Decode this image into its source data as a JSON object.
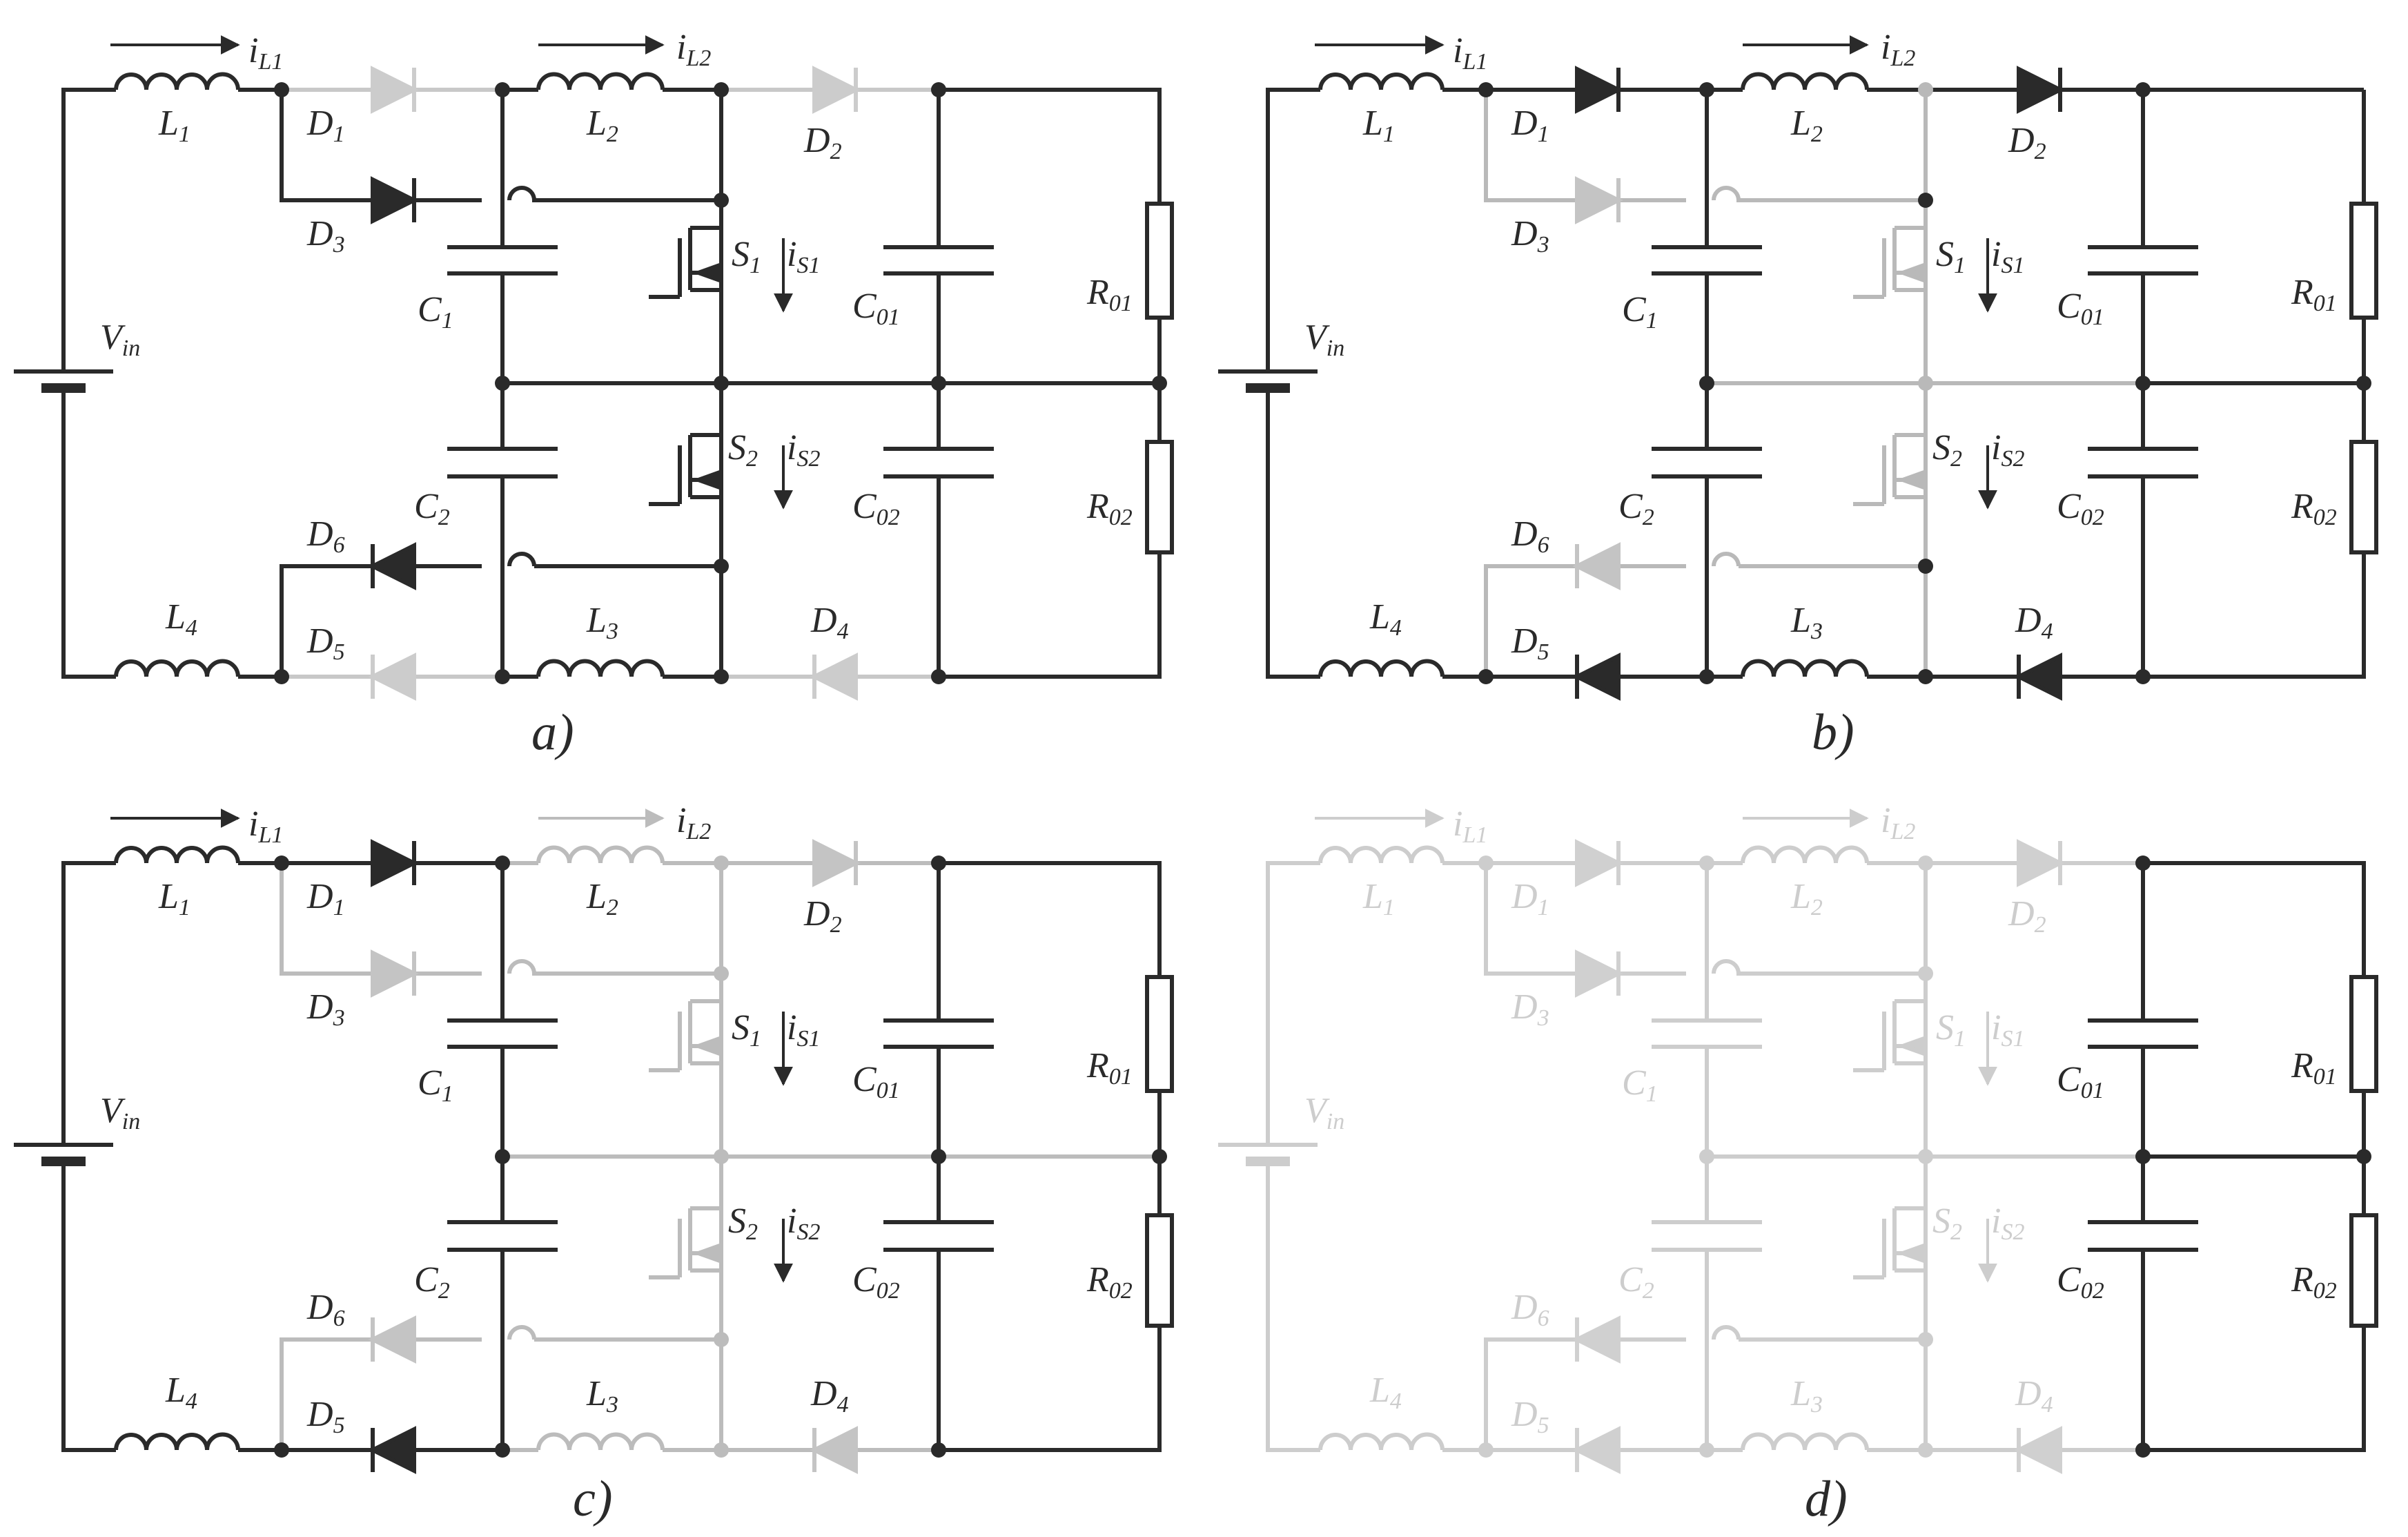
{
  "colors": {
    "active": "#2a2a2a",
    "inactive_b": "#b9b9b9",
    "inactive_c": "#bcbcbc",
    "inactive_d": "#cdcdcd",
    "arrow_a": "#444444"
  },
  "labels": {
    "L1": "L",
    "L1_sub": "1",
    "L2": "L",
    "L2_sub": "2",
    "L3": "L",
    "L3_sub": "3",
    "L4": "L",
    "L4_sub": "4",
    "D1": "D",
    "D1_sub": "1",
    "D2": "D",
    "D2_sub": "2",
    "D3": "D",
    "D3_sub": "3",
    "D4": "D",
    "D4_sub": "4",
    "D5": "D",
    "D5_sub": "5",
    "D6": "D",
    "D6_sub": "6",
    "C1": "C",
    "C1_sub": "1",
    "C2": "C",
    "C2_sub": "2",
    "C01": "C",
    "C01_sub": "01",
    "C02": "C",
    "C02_sub": "02",
    "R01": "R",
    "R01_sub": "01",
    "R02": "R",
    "R02_sub": "02",
    "S1": "S",
    "S1_sub": "1",
    "S2": "S",
    "S2_sub": "2",
    "iL1": "i",
    "iL1_sub": "L1",
    "iL2": "i",
    "iL2_sub": "L2",
    "iS1": "i",
    "iS1_sub": "S1",
    "iS2": "i",
    "iS2_sub": "S2",
    "Vin": "V",
    "Vin_sub": "in"
  },
  "panels": [
    {
      "id": "a",
      "caption": "a)",
      "active": [
        "L1",
        "L2",
        "L3",
        "L4",
        "D3",
        "D6",
        "S1",
        "S2",
        "C1",
        "C2",
        "C01",
        "C02",
        "R01",
        "R02",
        "Vin",
        "wires",
        "mid"
      ],
      "inactive": [
        "D1",
        "D2",
        "D4",
        "D5"
      ]
    },
    {
      "id": "b",
      "caption": "b)",
      "active": [
        "L1",
        "L2",
        "L3",
        "L4",
        "D1",
        "D2",
        "D4",
        "D5",
        "C1",
        "C2",
        "C01",
        "C02",
        "R01",
        "R02",
        "Vin",
        "wires"
      ],
      "inactive": [
        "D3",
        "D6",
        "S1",
        "S2",
        "mid"
      ]
    },
    {
      "id": "c",
      "caption": "c)",
      "active": [
        "L1",
        "L4",
        "D1",
        "D5",
        "C1",
        "C2",
        "C01",
        "C02",
        "R01",
        "R02",
        "Vin",
        "wires_c"
      ],
      "inactive": [
        "L2",
        "L3",
        "D2",
        "D3",
        "D4",
        "D6",
        "S1",
        "S2",
        "mid"
      ]
    },
    {
      "id": "d",
      "caption": "d)",
      "active": [
        "C01",
        "C02",
        "R01",
        "R02",
        "out"
      ],
      "inactive": [
        "L1",
        "L2",
        "L3",
        "L4",
        "D1",
        "D2",
        "D3",
        "D4",
        "D5",
        "D6",
        "S1",
        "S2",
        "C1",
        "C2",
        "Vin",
        "mid",
        "wires_d"
      ]
    }
  ]
}
